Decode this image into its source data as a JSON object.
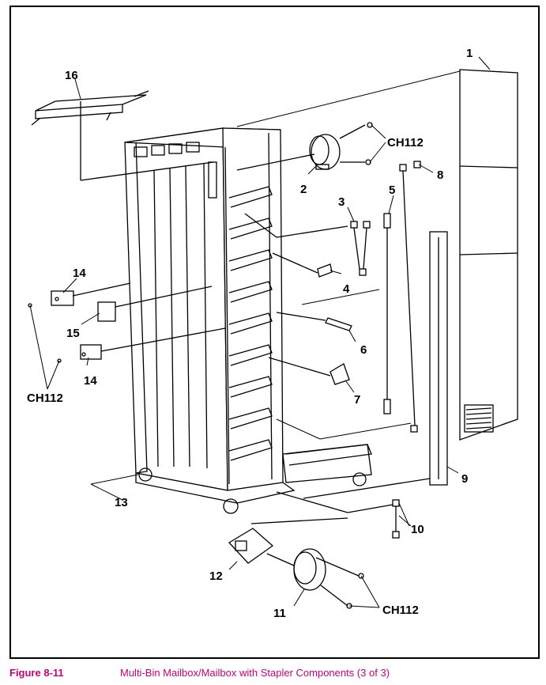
{
  "figure": {
    "number": "Figure 8-11",
    "title": "Multi-Bin Mailbox/Mailbox with Stapler Components (3 of 3)",
    "caption_color": "#c8007a"
  },
  "callouts": {
    "c1": "1",
    "c2": "2",
    "c3": "3",
    "c4": "4",
    "c5": "5",
    "c6": "6",
    "c7": "7",
    "c8": "8",
    "c9": "9",
    "c10": "10",
    "c11": "11",
    "c12": "12",
    "c13": "13",
    "c14a": "14",
    "c14b": "14",
    "c15": "15",
    "c16": "16",
    "ch112_top": "CH112",
    "ch112_left": "CH112",
    "ch112_bottom": "CH112"
  }
}
